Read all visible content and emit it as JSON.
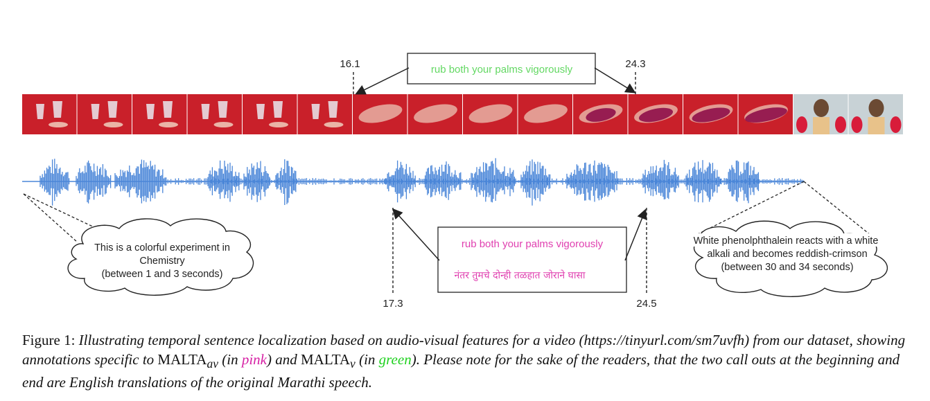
{
  "figure": {
    "top_callout": {
      "text": "rub both your palms vigorously",
      "start": "16.1",
      "end": "24.3",
      "color": "#63d863"
    },
    "bottom_callout": {
      "english": "rub both your palms vigorously",
      "marathi": "नंतर तुमचे दोन्ही तळहात जोराने घासा",
      "start": "17.3",
      "end": "24.5",
      "color": "#e040b0"
    },
    "left_cloud": {
      "lines": [
        "This is a colorful experiment in",
        "Chemistry",
        "(between 1 and 3 seconds)"
      ]
    },
    "right_cloud": {
      "lines": [
        "White phenolphthalein reacts with a white",
        "alkali and becomes reddish-crimson",
        "(between 30 and 34 seconds)"
      ]
    },
    "waveform_color": "#4a86d8",
    "frame_color": "#c9202a"
  },
  "caption": {
    "label": "Figure 1:",
    "part1": "Illustrating temporal sentence localization based on audio-visual features for a video (https://tinyurl.com/sm7uvfh) from our dataset, showing annotations specific to",
    "malta": "MALTA",
    "sub_av": "av",
    "in_open": "(in",
    "pink_word": "pink",
    "and_text": ") and",
    "sub_v": "v",
    "in_open2": "(in",
    "green_word": "green",
    "part2": "). Please note for the sake of the readers, that the two call outs at the beginning and end are English translations of the original Marathi speech."
  }
}
